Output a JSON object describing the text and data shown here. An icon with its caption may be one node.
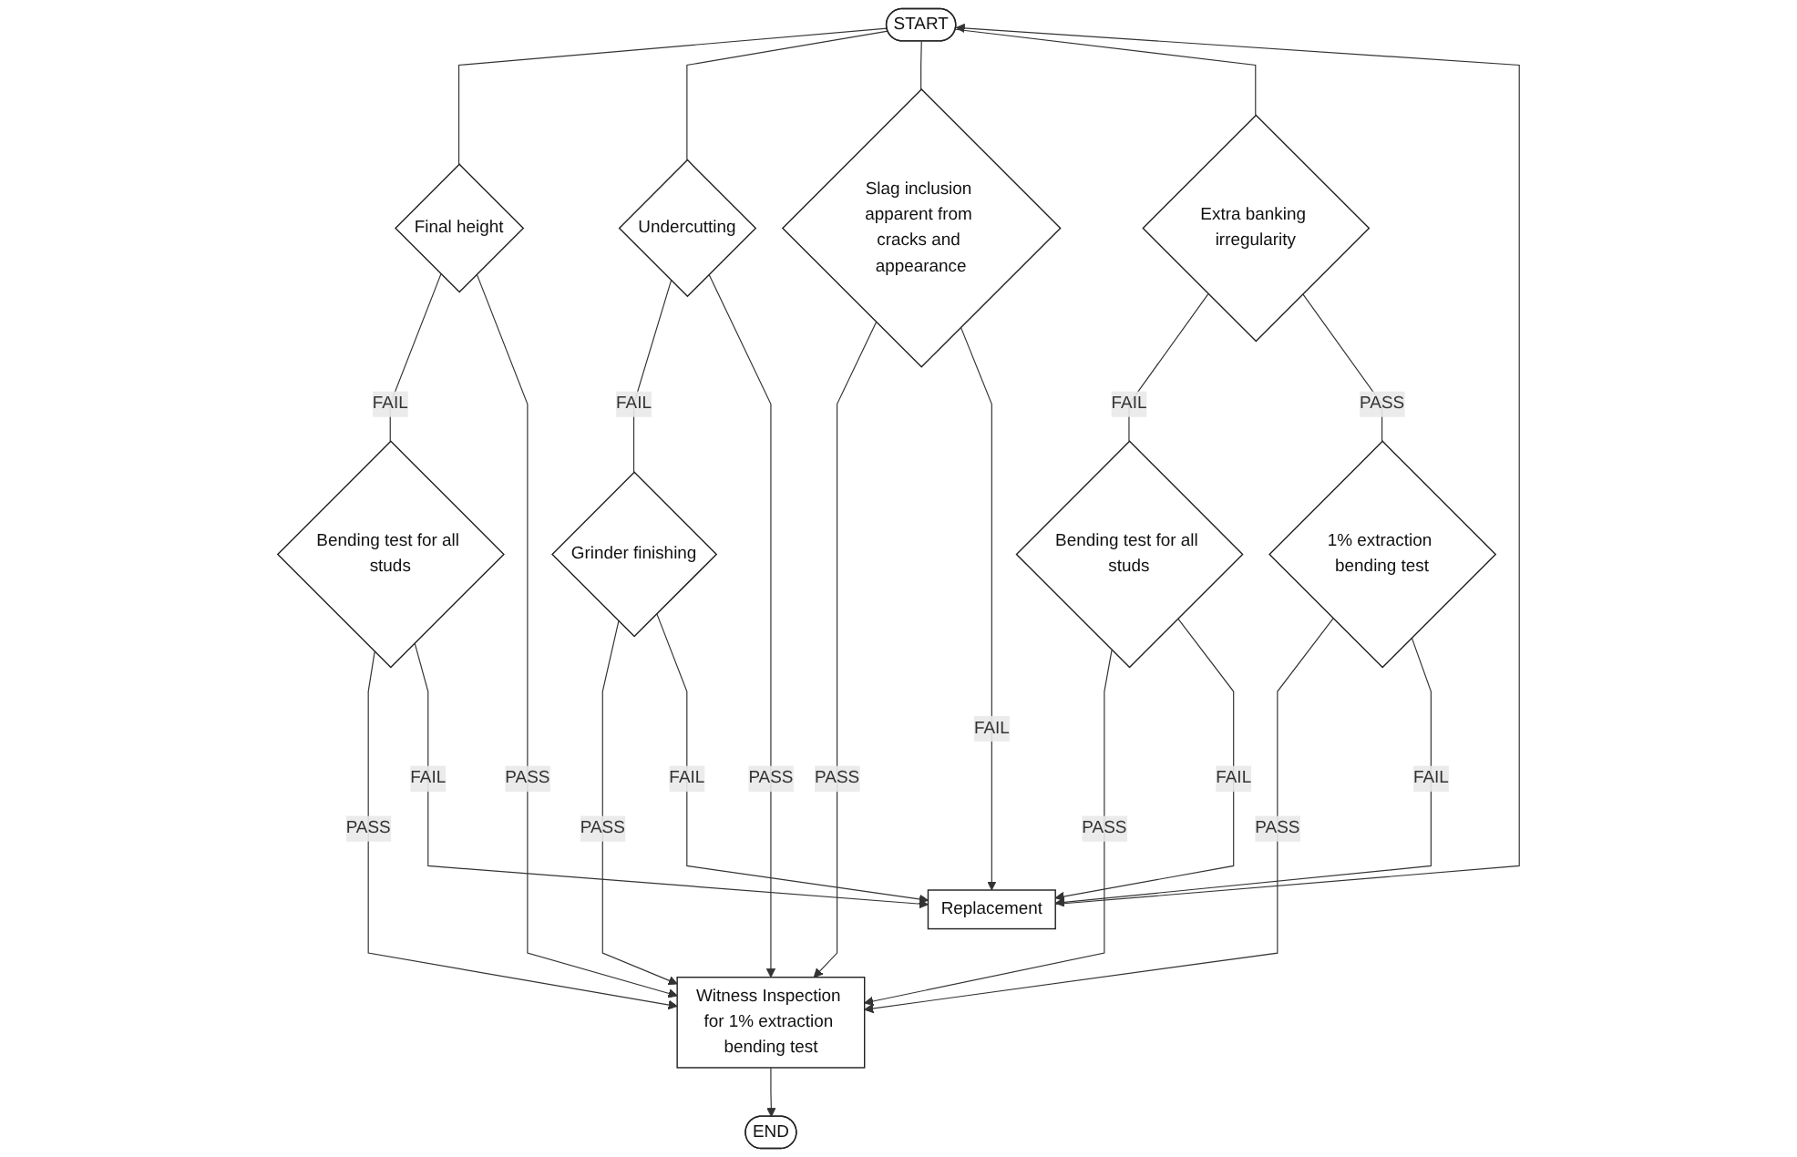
{
  "diagram": {
    "nodes": [
      {
        "text": [
          "START"
        ]
      },
      {
        "text": [
          "Final height"
        ]
      },
      {
        "text": [
          "Bending test for all studs"
        ]
      },
      {
        "text": [
          "Undercutting"
        ]
      },
      {
        "text": [
          "Grinder finishing"
        ]
      },
      {
        "text": [
          "Slag inclusion apparent from cracks and appearance"
        ]
      },
      {
        "text": [
          "Extra banking irregularity"
        ]
      },
      {
        "text": [
          "Bending test for all studs"
        ]
      },
      {
        "text": [
          "1% extraction bending test"
        ]
      },
      {
        "text": [
          "Witness Inspection for 1% extraction bending test"
        ]
      },
      {
        "text": [
          "Replacement"
        ]
      },
      {
        "text": [
          "END"
        ]
      }
    ],
    "edges": [
      {
        "from": 0,
        "to": 1,
        "arrow": "none"
      },
      {
        "from": 0,
        "to": 3,
        "arrow": "none"
      },
      {
        "from": 0,
        "to": 5,
        "arrow": "none"
      },
      {
        "from": 0,
        "to": 6,
        "arrow": "none"
      },
      {
        "from": 1,
        "to": 2,
        "label": "FAIL",
        "arrow": "none"
      },
      {
        "from": 1,
        "to": 9,
        "label": "PASS",
        "arrow": "to"
      },
      {
        "from": 2,
        "to": 9,
        "label": "PASS",
        "arrow": "to"
      },
      {
        "from": 2,
        "to": 10,
        "label": "FAIL",
        "arrow": "to"
      },
      {
        "from": 3,
        "to": 4,
        "label": "FAIL",
        "arrow": "none"
      },
      {
        "from": 3,
        "to": 9,
        "label": "PASS",
        "arrow": "to"
      },
      {
        "from": 4,
        "to": 9,
        "label": "PASS",
        "arrow": "to"
      },
      {
        "from": 4,
        "to": 10,
        "label": "FAIL",
        "arrow": "to"
      },
      {
        "from": 5,
        "to": 9,
        "label": "PASS",
        "arrow": "to"
      },
      {
        "from": 5,
        "to": 10,
        "label": "FAIL",
        "arrow": "to"
      },
      {
        "from": 6,
        "to": 7,
        "label": "FAIL",
        "arrow": "none"
      },
      {
        "from": 6,
        "to": 8,
        "label": "PASS",
        "arrow": "none"
      },
      {
        "from": 7,
        "to": 9,
        "label": "PASS",
        "arrow": "to"
      },
      {
        "from": 7,
        "to": 10,
        "label": "FAIL",
        "arrow": "to"
      },
      {
        "from": 8,
        "to": 9,
        "label": "PASS",
        "arrow": "to"
      },
      {
        "from": 8,
        "to": 10,
        "label": "FAIL",
        "arrow": "to"
      },
      {
        "from": 10,
        "to": 0,
        "arrow": "to"
      },
      {
        "from": 9,
        "to": 11,
        "arrow": "to"
      }
    ]
  }
}
